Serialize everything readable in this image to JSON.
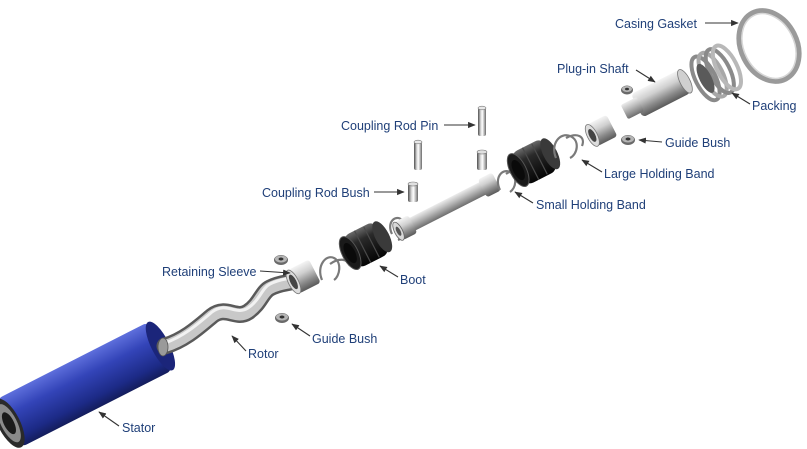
{
  "diagram": {
    "labels": {
      "casing_gasket": "Casing Gasket",
      "plug_in_shaft": "Plug-in Shaft",
      "packing": "Packing",
      "coupling_rod_pin": "Coupling Rod Pin",
      "guide_bush_top": "Guide Bush",
      "large_holding_band": "Large Holding Band",
      "coupling_rod_bush": "Coupling Rod Bush",
      "small_holding_band": "Small Holding Band",
      "retaining_sleeve": "Retaining Sleeve",
      "boot": "Boot",
      "guide_bush_bottom": "Guide Bush",
      "rotor": "Rotor",
      "stator": "Stator"
    },
    "colors": {
      "label_text": "#1f3f78",
      "stator_blue": "#2a3aa6",
      "metal": "#b8b8b8",
      "rubber_black": "#1a1a1a",
      "arrow": "#333333"
    }
  }
}
